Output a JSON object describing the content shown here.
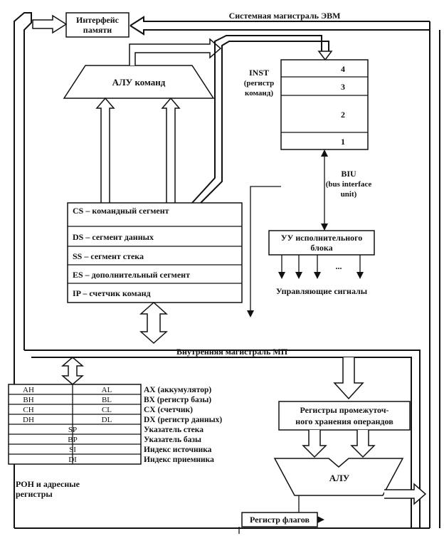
{
  "labels": {
    "mem_interface_1": "Интерфейс",
    "mem_interface_2": "памяти",
    "system_bus": "Системная магистраль ЭВМ",
    "alu_commands": "АЛУ команд",
    "inst_1": "INST",
    "inst_2": "(регистр",
    "inst_3": "команд)",
    "inst_cells": [
      "4",
      "3",
      "2",
      "1"
    ],
    "biu_1": "BIU",
    "biu_2": "(bus interface",
    "biu_3": "unit)",
    "control_unit_1": "УУ исполнительного",
    "control_unit_2": "блока",
    "ellipsis": "...",
    "control_signals": "Управляющие сигналы",
    "segment_regs": [
      "CS – командный сегмент",
      "DS – сегмент данных",
      "SS – сегмент стека",
      "ES – дополнительный сегмент",
      "IP – счетчик команд"
    ],
    "internal_bus": "Внутренняя магистраль МП",
    "temp_regs_1": "Регистры промежуточ-",
    "temp_regs_2": "ного хранения операндов",
    "alu": "АЛУ",
    "flags_reg": "Регистр флагов",
    "gp_left": [
      "AH",
      "BH",
      "CH",
      "DH"
    ],
    "gp_right": [
      "AL",
      "BL",
      "CL",
      "DL"
    ],
    "gp_center": [
      "SP",
      "BP",
      "SI",
      "DI"
    ],
    "gp_desc": [
      "AX (аккумулятор)",
      "BX (регистр базы)",
      "CX (счетчик)",
      "DX (регистр данных)",
      "Указатель стека",
      "Указатель базы",
      "Индекс источника",
      "Индекс приемника"
    ],
    "gp_caption_1": "РОН и адресные",
    "gp_caption_2": "регистры"
  }
}
